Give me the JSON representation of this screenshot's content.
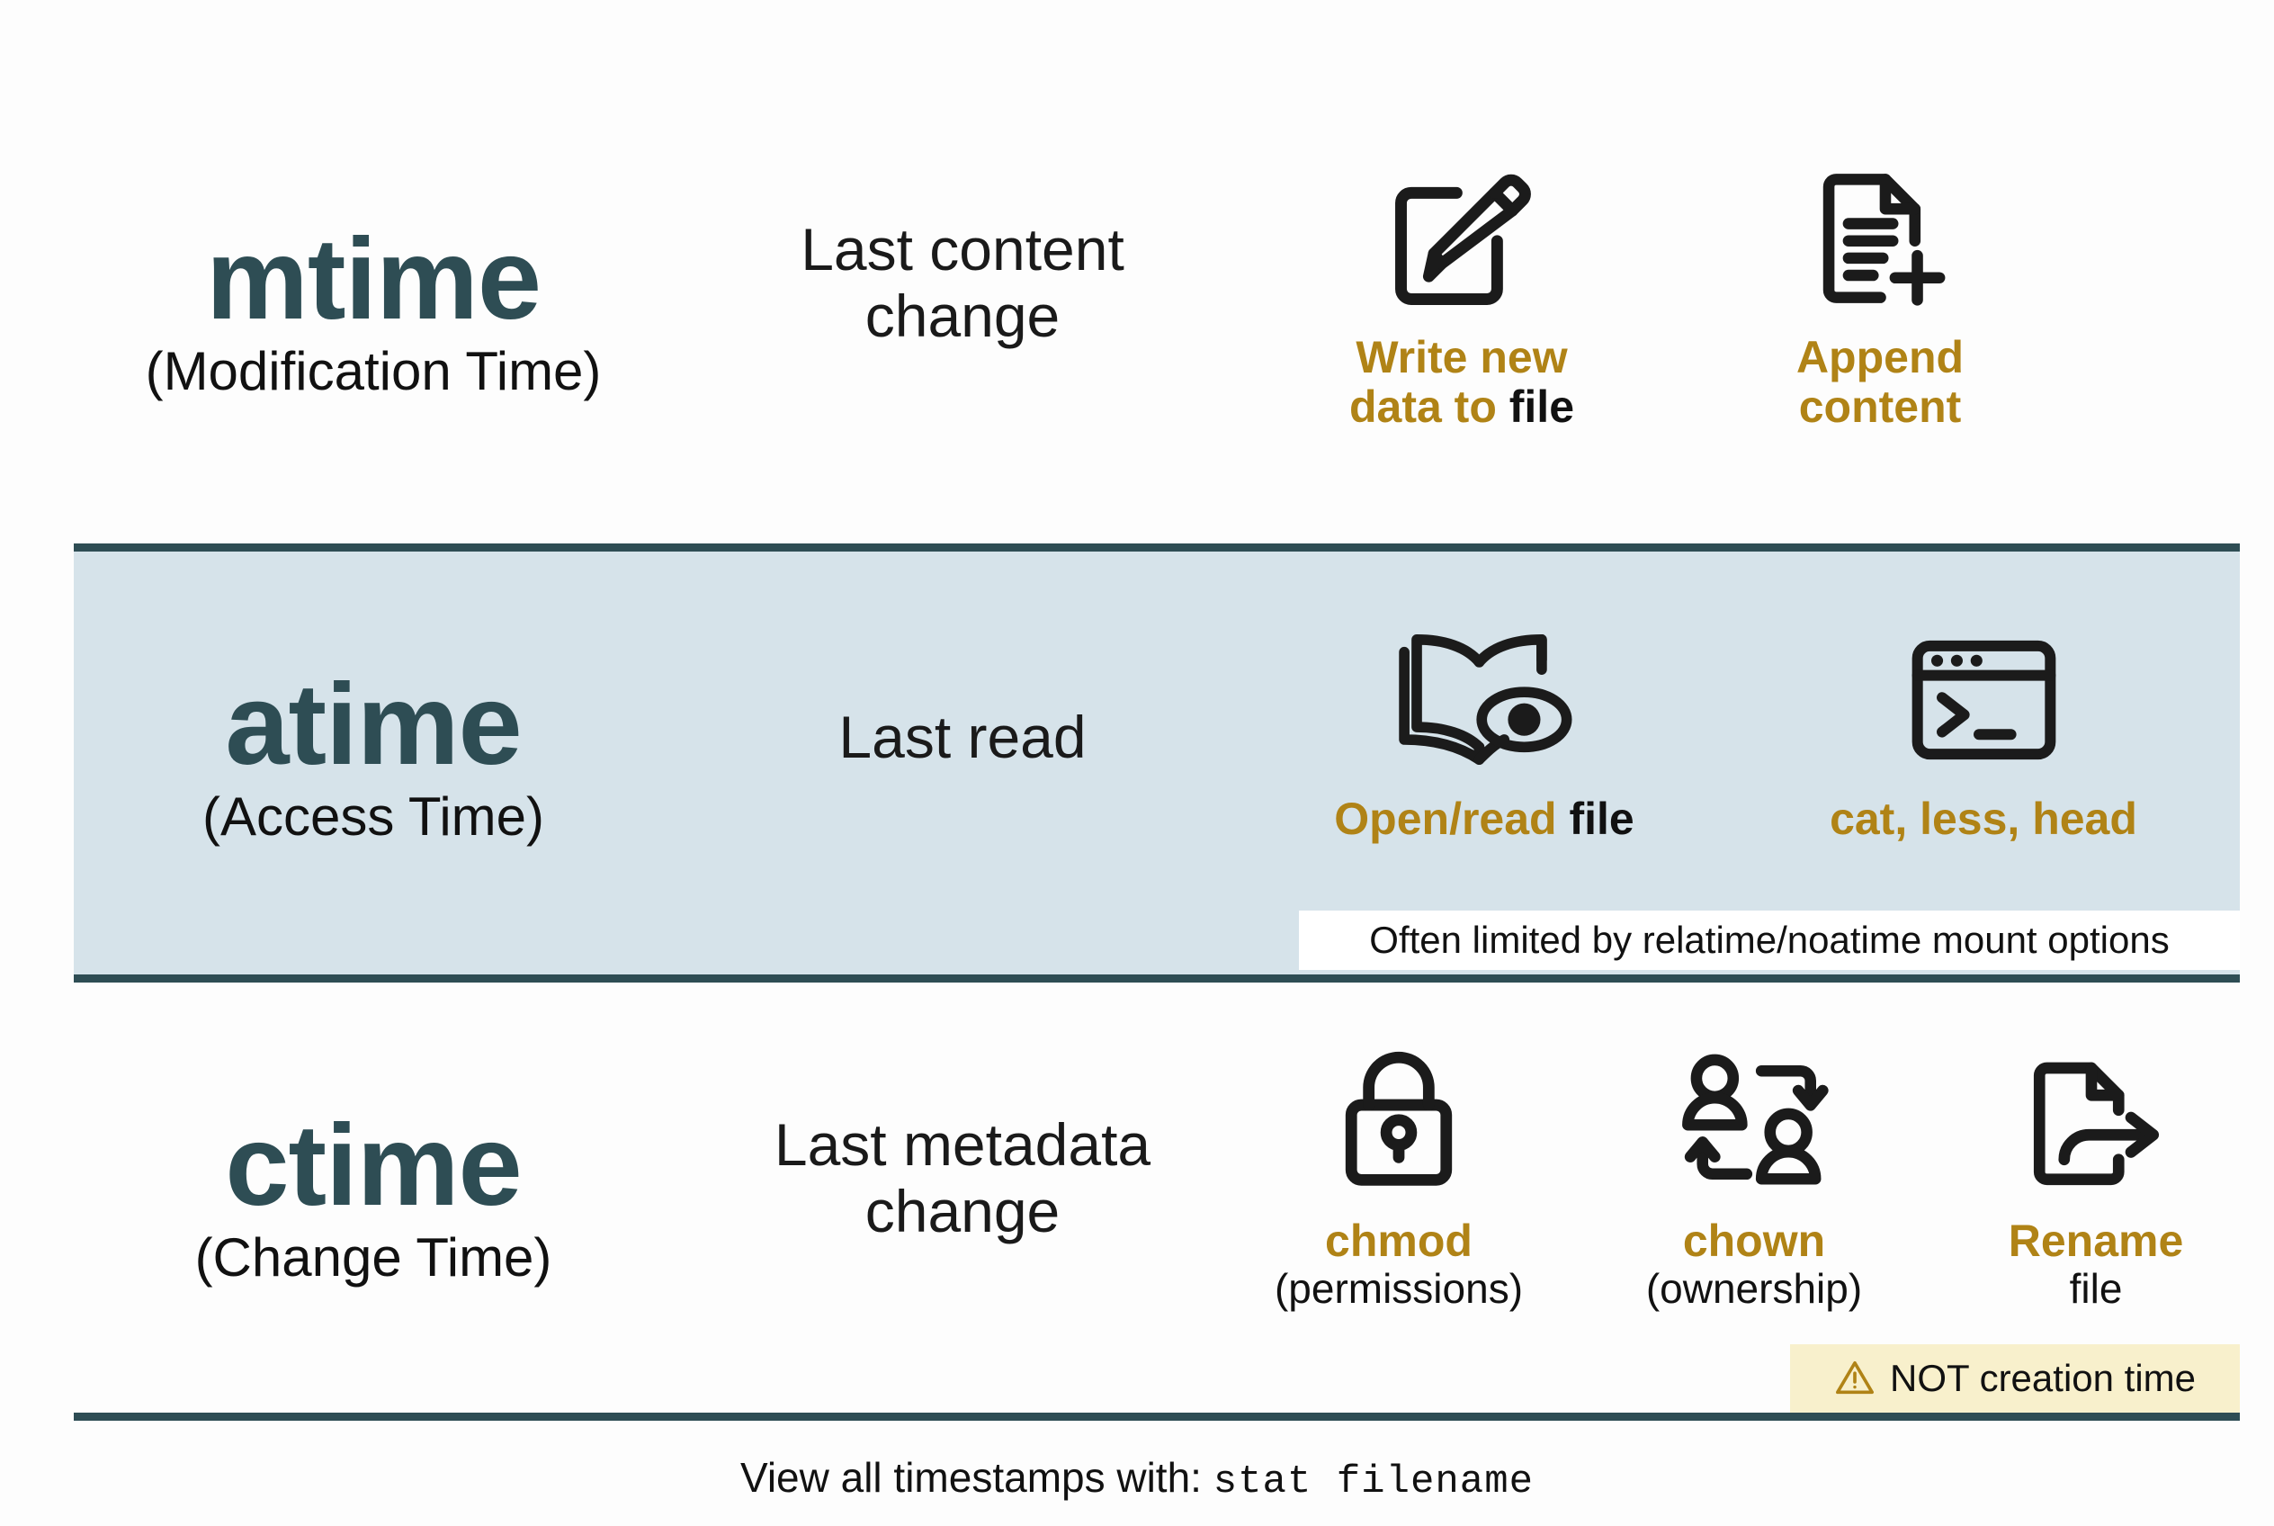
{
  "theme": {
    "accent_gold": "#b08316",
    "accent_teal": "#2e4d54",
    "band_blue": "#d6e3ea",
    "note_yellow": "#f8f0cc",
    "text_black": "#111111",
    "page_bg": "#fdfdfd"
  },
  "rows": [
    {
      "id": "mtime",
      "name": "mtime",
      "subtitle": "(Modification Time)",
      "description_line1": "Last content",
      "description_line2": "change",
      "highlighted": false,
      "actions": [
        {
          "icon": "pencil-square-icon",
          "caption_line1": "Write new",
          "caption_line2_gold": "data to ",
          "caption_line2_black": "file",
          "sub_caption": ""
        },
        {
          "icon": "document-plus-icon",
          "caption_line1": "Append",
          "caption_line2_gold": "content",
          "caption_line2_black": "",
          "sub_caption": ""
        }
      ],
      "note": null
    },
    {
      "id": "atime",
      "name": "atime",
      "subtitle": "(Access Time)",
      "description_line1": "Last read",
      "description_line2": "",
      "highlighted": true,
      "actions": [
        {
          "icon": "book-eye-icon",
          "caption_line1": "",
          "caption_line2_gold": "Open/read ",
          "caption_line2_black": "file",
          "sub_caption": ""
        },
        {
          "icon": "terminal-icon",
          "caption_line1": "",
          "caption_line2_gold": "cat, less, head",
          "caption_line2_black": "",
          "sub_caption": ""
        }
      ],
      "note": {
        "style": "white",
        "icon": null,
        "text": "Often limited by relatime/noatime mount options"
      }
    },
    {
      "id": "ctime",
      "name": "ctime",
      "subtitle": "(Change Time)",
      "description_line1": "Last metadata",
      "description_line2": "change",
      "highlighted": false,
      "actions": [
        {
          "icon": "padlock-icon",
          "caption_line1": "",
          "caption_line2_gold": "chmod",
          "caption_line2_black": "",
          "sub_caption": "(permissions)"
        },
        {
          "icon": "user-swap-icon",
          "caption_line1": "",
          "caption_line2_gold": "chown",
          "caption_line2_black": "",
          "sub_caption": "(ownership)"
        },
        {
          "icon": "document-arrow-icon",
          "caption_line1": "",
          "caption_line2_gold": "Rename",
          "caption_line2_black": "",
          "sub_caption": "file"
        }
      ],
      "note": {
        "style": "yellow",
        "icon": "warning-triangle-icon",
        "text": "NOT creation time"
      }
    }
  ],
  "footer": {
    "text": "View all timestamps with:",
    "command": "stat filename"
  }
}
